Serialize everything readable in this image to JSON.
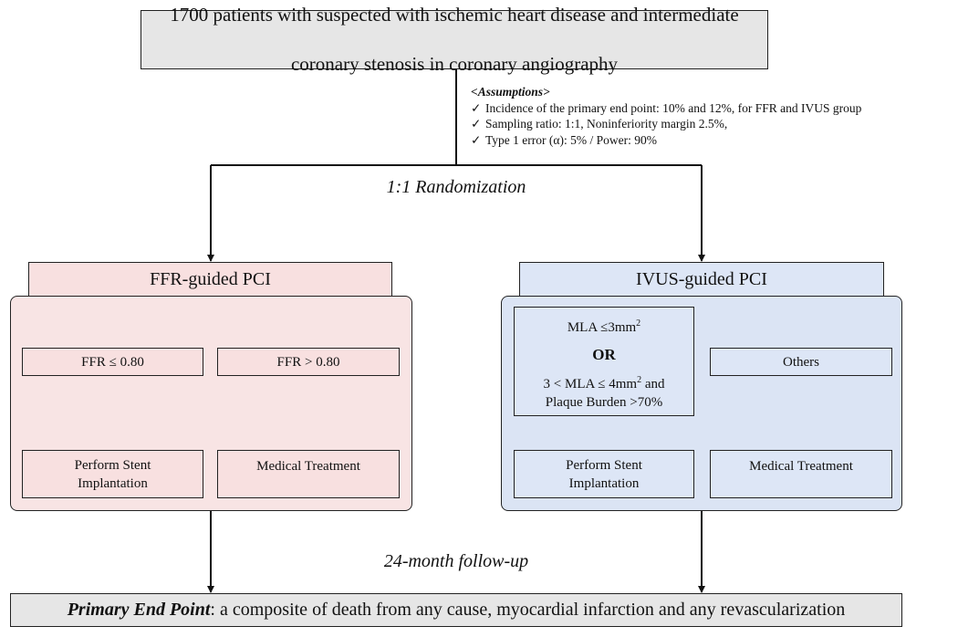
{
  "top_box": {
    "line1": "1700 patients with suspected with ischemic heart disease and intermediate",
    "line2": "coronary stenosis in coronary angiography"
  },
  "assumptions": {
    "title": "<Assumptions>",
    "items": [
      "Incidence of the primary end point: 10% and 12%, for FFR and IVUS group",
      "Sampling ratio: 1:1, Noninferiority margin 2.5%,",
      "Type 1 error (α): 5%  /   Power: 90%"
    ],
    "check_symbol": "✓"
  },
  "randomization_label": "1:1 Randomization",
  "ffr_arm": {
    "header": "FFR-guided PCI",
    "low": "FFR ≤ 0.80",
    "high": "FFR > 0.80",
    "low_action_line1": "Perform Stent",
    "low_action_line2": "Implantation",
    "high_action": "Medical Treatment"
  },
  "ivus_arm": {
    "header": "IVUS-guided PCI",
    "criteria_line1": "MLA ≤3mm",
    "criteria_sup1": "2",
    "criteria_or": "OR",
    "criteria_line2a": "3 < MLA ≤ 4mm",
    "criteria_sup2": "2",
    "criteria_line2b": " and",
    "criteria_line3": "Plaque Burden >70%",
    "others": "Others",
    "criteria_action_line1": "Perform Stent",
    "criteria_action_line2": "Implantation",
    "others_action": "Medical Treatment"
  },
  "followup_label": "24-month follow-up",
  "endpoint": {
    "label": "Primary End Point",
    "text": ": a composite of death from any cause, myocardial infarction and any revascularization"
  }
}
